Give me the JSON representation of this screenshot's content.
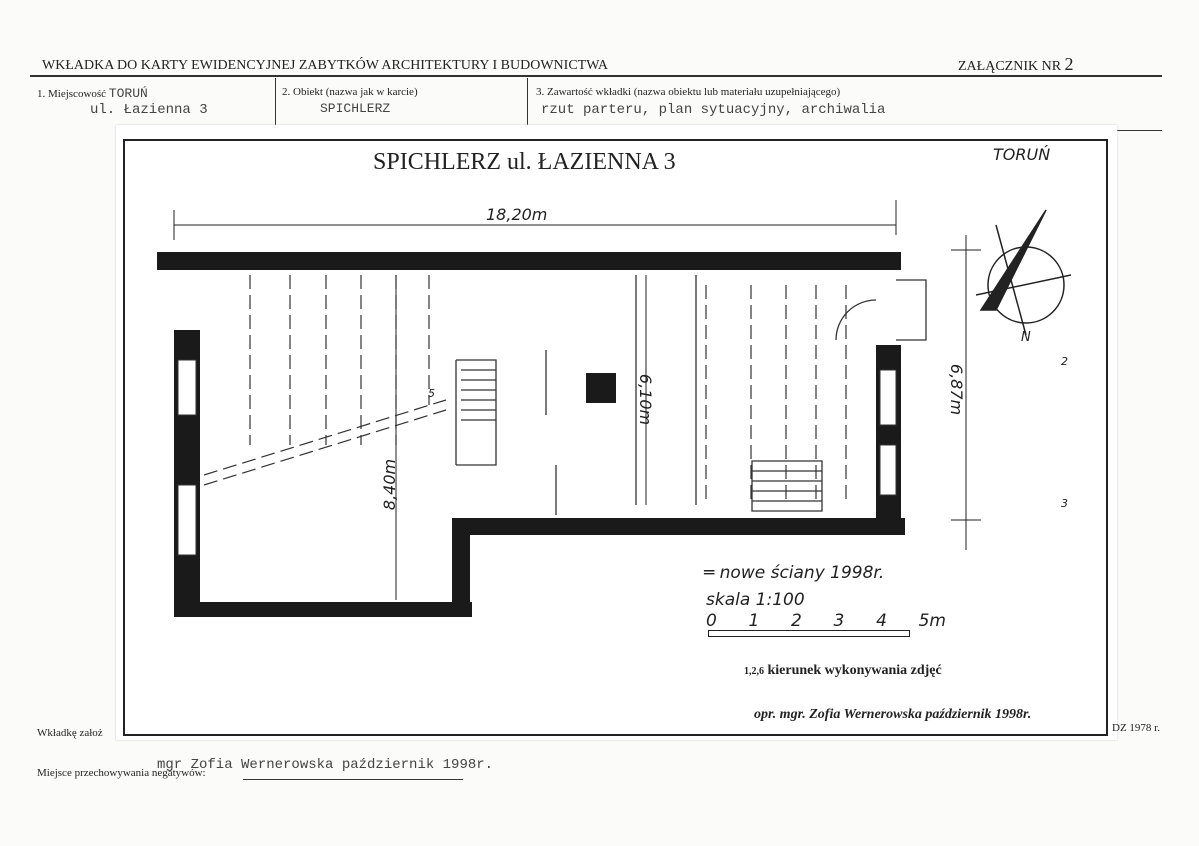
{
  "header": {
    "title": "WKŁADKA DO KARTY EWIDENCYJNEJ ZABYTKÓW ARCHITEKTURY I BUDOWNICTWA",
    "annex": "ZAŁĄCZNIK NR",
    "annex_number": "2"
  },
  "fields": [
    {
      "label": "1. Miejscowość",
      "value": "TORUŃ",
      "value2": "ul. Łazienna 3"
    },
    {
      "label": "2. Obiekt (nazwa jak w karcie)",
      "value": "SPICHLERZ"
    },
    {
      "label": "3. Zawartość wkładki (nazwa obiektu lub materiału uzupełniającego)",
      "value": "rzut parteru, plan sytuacyjny, archiwalia"
    }
  ],
  "plan": {
    "title": "SPICHLERZ ul. ŁAZIENNA 3",
    "city": "TORUŃ",
    "dim_length": "18,20m",
    "dim_left": "8,40m",
    "dim_middle": "6,10m",
    "dim_right": "6,87m",
    "north": "N",
    "photo_marks": [
      "2",
      "3",
      "5"
    ],
    "legend_walls": "nowe ściany 1998r.",
    "scale": "skala 1:100",
    "scale_ticks": [
      "0",
      "1",
      "2",
      "3",
      "4",
      "5m"
    ],
    "photo_legend_mark": "1,2,6",
    "photo_legend": "kierunek wykonywania zdjęć",
    "author": "opr. mgr. Zofia Wernerowska październik 1998r."
  },
  "footer": {
    "established_label": "Wkładkę założ",
    "established_tail": "DZ 1978 r.",
    "negatives_label": "Miejsce przechowywania negatywów:",
    "negatives_value": "mgr Zofia Wernerowska październik 1998r."
  }
}
